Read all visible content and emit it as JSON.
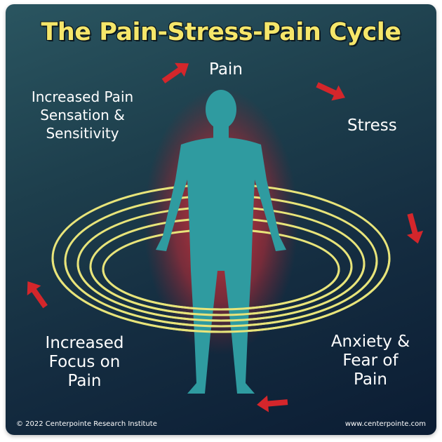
{
  "title": "The Pain-Stress-Pain Cycle",
  "stages": {
    "pain": "Pain",
    "stress": "Stress",
    "anxiety": [
      "Anxiety &",
      "Fear of",
      "Pain"
    ],
    "focus": [
      "Increased",
      "Focus on",
      "Pain"
    ],
    "sensitivity": [
      "Increased Pain",
      "Sensation &",
      "Sensitivity"
    ]
  },
  "footer": {
    "copyright": "© 2022 Centerpointe Research Institute",
    "website": "www.centerpointe.com"
  },
  "colors": {
    "title": "#f5e66a",
    "arrow": "#d4262b",
    "figure": "#2f9ba0",
    "rings": "#e8e47a"
  }
}
